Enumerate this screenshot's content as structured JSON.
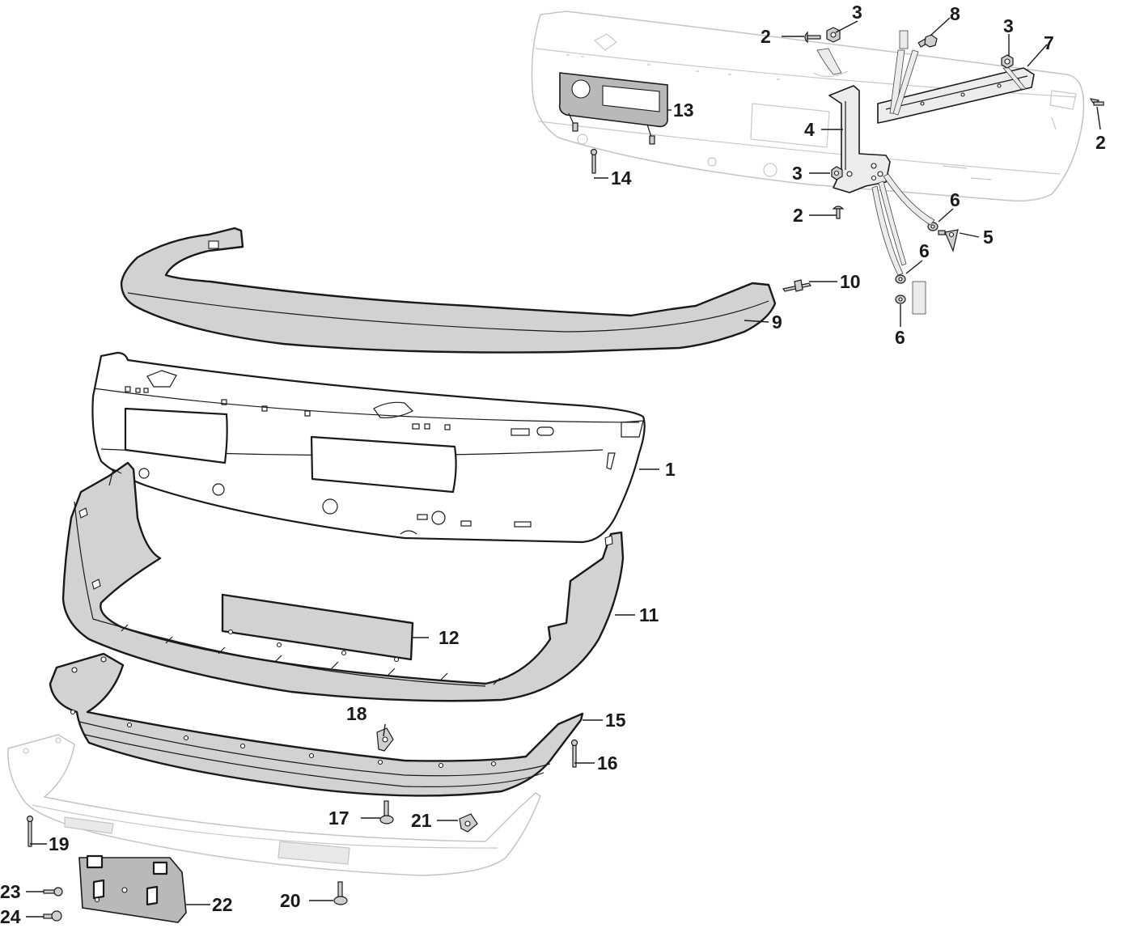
{
  "callouts": [
    {
      "id": "c1",
      "label": "1"
    },
    {
      "id": "c2a",
      "label": "2"
    },
    {
      "id": "c2b",
      "label": "2"
    },
    {
      "id": "c2c",
      "label": "2"
    },
    {
      "id": "c3a",
      "label": "3"
    },
    {
      "id": "c3b",
      "label": "3"
    },
    {
      "id": "c3c",
      "label": "3"
    },
    {
      "id": "c4",
      "label": "4"
    },
    {
      "id": "c5",
      "label": "5"
    },
    {
      "id": "c6a",
      "label": "6"
    },
    {
      "id": "c6b",
      "label": "6"
    },
    {
      "id": "c6c",
      "label": "6"
    },
    {
      "id": "c7",
      "label": "7"
    },
    {
      "id": "c8",
      "label": "8"
    },
    {
      "id": "c9",
      "label": "9"
    },
    {
      "id": "c10",
      "label": "10"
    },
    {
      "id": "c11",
      "label": "11"
    },
    {
      "id": "c12",
      "label": "12"
    },
    {
      "id": "c13",
      "label": "13"
    },
    {
      "id": "c14",
      "label": "14"
    },
    {
      "id": "c15",
      "label": "15"
    },
    {
      "id": "c16",
      "label": "16"
    },
    {
      "id": "c17",
      "label": "17"
    },
    {
      "id": "c18",
      "label": "18"
    },
    {
      "id": "c19",
      "label": "19"
    },
    {
      "id": "c20",
      "label": "20"
    },
    {
      "id": "c21",
      "label": "21"
    },
    {
      "id": "c22",
      "label": "22"
    },
    {
      "id": "c23",
      "label": "23"
    },
    {
      "id": "c24",
      "label": "24"
    }
  ],
  "colors": {
    "ink": "#1a1a1a",
    "part_fill": "#d2d2d2",
    "ghost_line": "#c4c4c4",
    "background": "#ffffff"
  }
}
